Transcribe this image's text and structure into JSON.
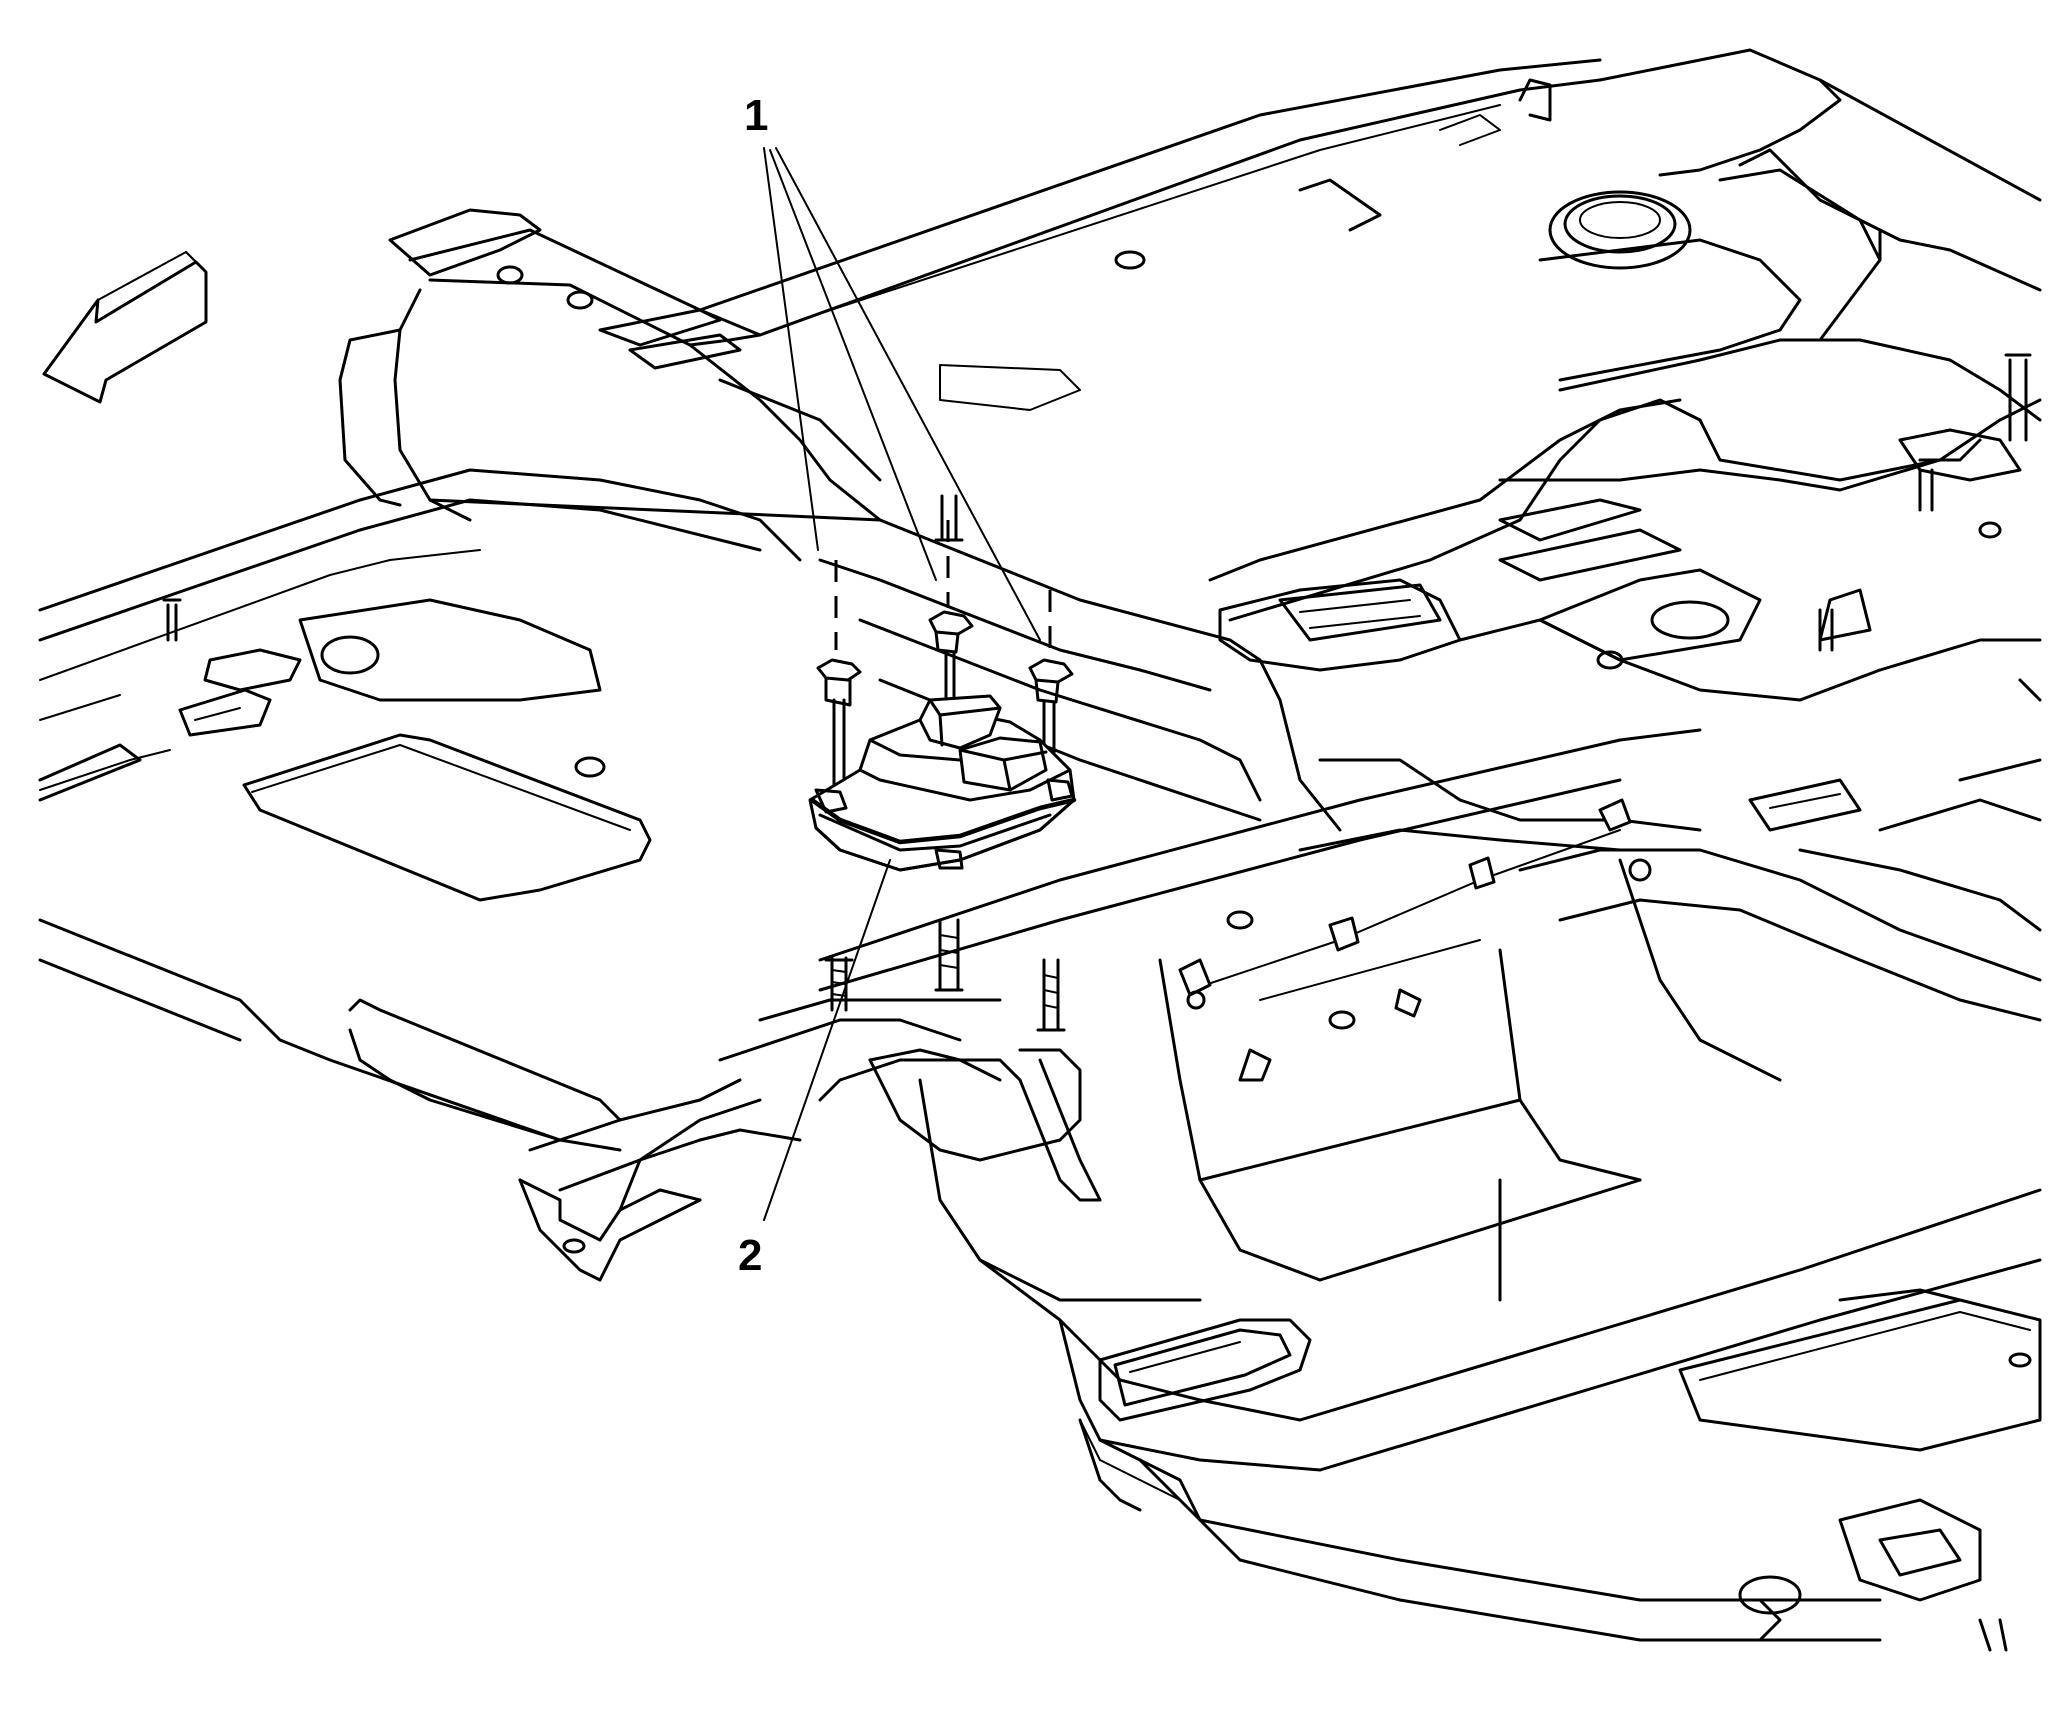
{
  "diagram": {
    "callouts": [
      {
        "id": "1",
        "label": "1"
      },
      {
        "id": "2",
        "label": "2"
      }
    ],
    "arrow_icon": "front-direction-arrow-icon",
    "colors": {
      "line": "#000000",
      "background": "#ffffff"
    }
  }
}
